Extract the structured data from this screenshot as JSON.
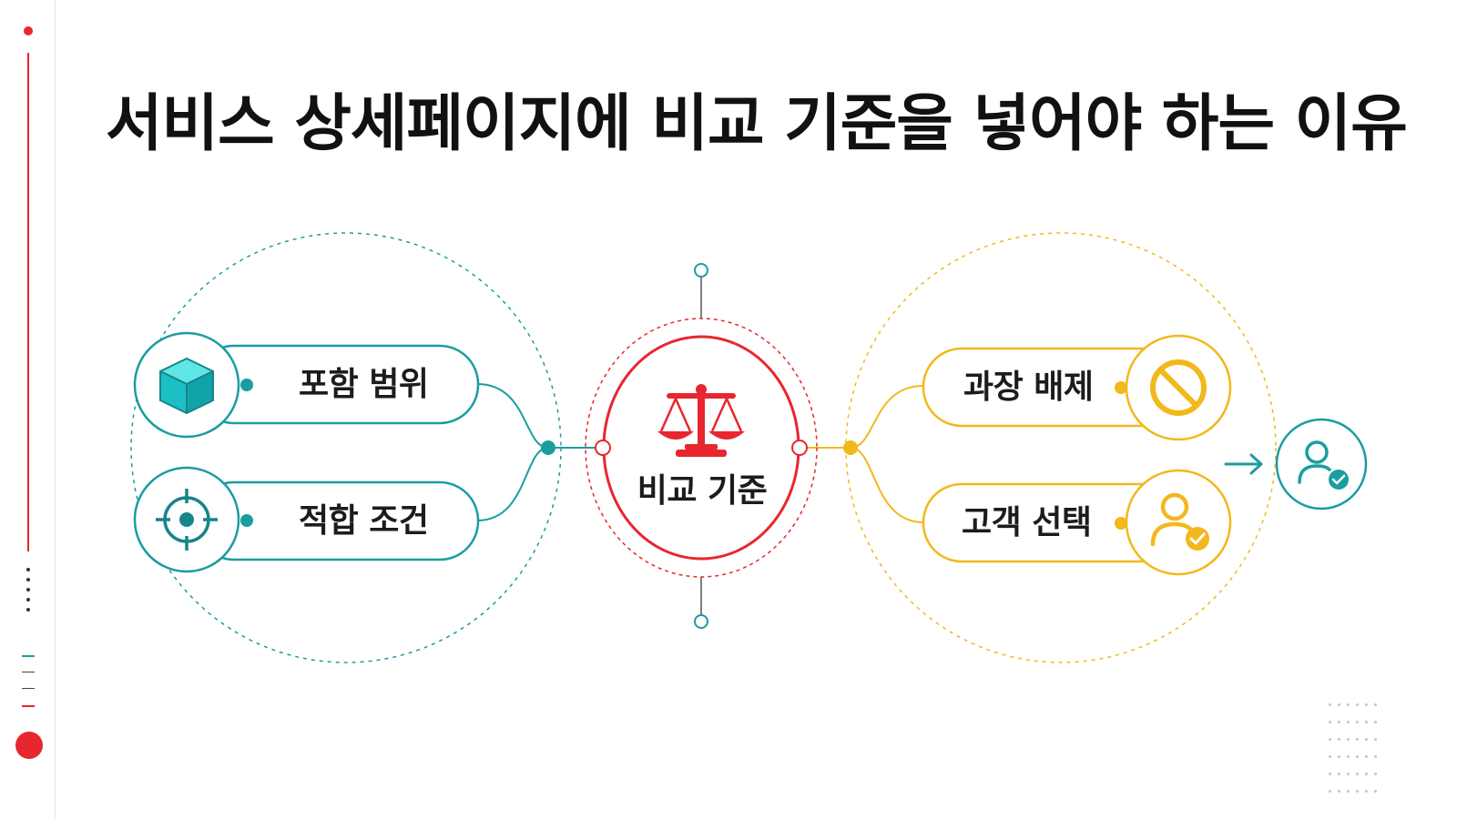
{
  "title": "서비스 상세페이지에 비교 기준을 넣어야 하는 이유",
  "center": {
    "label": "비교 기준",
    "icon": "scale-icon"
  },
  "left_items": [
    {
      "label": "포함 범위",
      "icon": "cube-icon"
    },
    {
      "label": "적합 조건",
      "icon": "target-icon"
    }
  ],
  "right_items": [
    {
      "label": "과장 배제",
      "icon": "prohibited-icon"
    },
    {
      "label": "고객 선택",
      "icon": "user-check-icon"
    }
  ],
  "result": {
    "icon": "user-check-icon"
  },
  "colors": {
    "teal": "#1a9da0",
    "red": "#e8262e",
    "yellow": "#f2b81c",
    "text": "#111111"
  }
}
